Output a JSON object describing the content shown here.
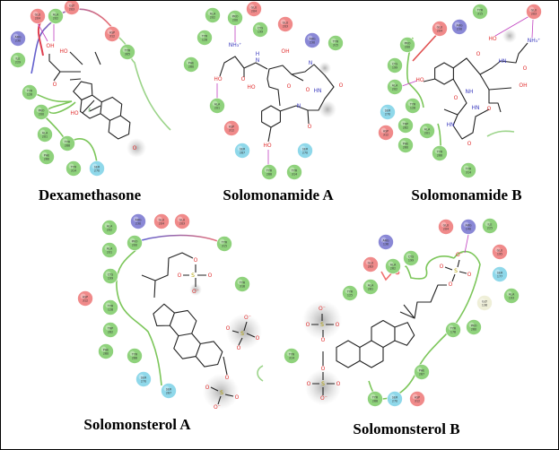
{
  "colors": {
    "hydrophobic": "#8fd27c",
    "negative": "#f08a8a",
    "positive": "#8a88d6",
    "polar": "#8fd8ea",
    "glycine": "#efefd8",
    "hbond_arrow": "#c040c0",
    "pocket_line": "#7cc65a"
  },
  "panels": [
    {
      "title": "Dexamethasone",
      "residues": [
        {
          "name": "GLU",
          "num": "204",
          "type": "negative"
        },
        {
          "name": "ALA",
          "num": "202",
          "type": "hydrophobic"
        },
        {
          "name": "GLY",
          "num": "203",
          "type": "negative"
        },
        {
          "name": "ARG",
          "num": "230",
          "type": "positive"
        },
        {
          "name": "ILE",
          "num": "229",
          "type": "hydrophobic"
        },
        {
          "name": "ASP",
          "num": "312",
          "type": "negative"
        },
        {
          "name": "TYR",
          "num": "305",
          "type": "hydrophobic"
        },
        {
          "name": "TYR",
          "num": "126",
          "type": "hydrophobic"
        },
        {
          "name": "PRO",
          "num": "200",
          "type": "hydrophobic"
        },
        {
          "name": "ALA",
          "num": "201",
          "type": "hydrophobic"
        },
        {
          "name": "TYR",
          "num": "268",
          "type": "hydrophobic"
        },
        {
          "name": "PHE",
          "num": "260",
          "type": "hydrophobic"
        },
        {
          "name": "TYR",
          "num": "314",
          "type": "hydrophobic"
        },
        {
          "name": "SER",
          "num": "270",
          "type": "polar"
        }
      ],
      "atoms": [
        {
          "t": "OH",
          "el": "O"
        },
        {
          "t": "HO",
          "el": "O"
        },
        {
          "t": "O",
          "el": "O"
        },
        {
          "t": "HO",
          "el": "O"
        },
        {
          "t": "F",
          "el": "F"
        },
        {
          "t": "O",
          "el": "O"
        }
      ]
    },
    {
      "title": "Solomonamide A",
      "residues": [
        {
          "name": "ALA",
          "num": "202",
          "type": "hydrophobic"
        },
        {
          "name": "PRO",
          "num": "200",
          "type": "hydrophobic"
        },
        {
          "name": "GLU",
          "num": "204",
          "type": "negative"
        },
        {
          "name": "CYS",
          "num": "199",
          "type": "hydrophobic"
        },
        {
          "name": "GLU",
          "num": "203",
          "type": "negative"
        },
        {
          "name": "TYR",
          "num": "126",
          "type": "hydrophobic"
        },
        {
          "name": "ARG",
          "num": "230",
          "type": "positive"
        },
        {
          "name": "TYR",
          "num": "315",
          "type": "hydrophobic"
        },
        {
          "name": "PHE",
          "num": "260",
          "type": "hydrophobic"
        },
        {
          "name": "ALA",
          "num": "201",
          "type": "hydrophobic"
        },
        {
          "name": "ASP",
          "num": "312",
          "type": "negative"
        },
        {
          "name": "SER",
          "num": "267",
          "type": "polar"
        },
        {
          "name": "SER",
          "num": "270",
          "type": "polar"
        },
        {
          "name": "TYR",
          "num": "268",
          "type": "hydrophobic"
        },
        {
          "name": "TYR",
          "num": "314",
          "type": "hydrophobic"
        }
      ],
      "atoms": [
        {
          "t": "NH₃⁺",
          "el": "N"
        },
        {
          "t": "H",
          "el": "N"
        },
        {
          "t": "N",
          "el": "N"
        },
        {
          "t": "OH",
          "el": "O"
        },
        {
          "t": "O",
          "el": "O"
        },
        {
          "t": "HO",
          "el": "O"
        },
        {
          "t": "HO",
          "el": "O"
        },
        {
          "t": "O",
          "el": "O"
        },
        {
          "t": "N",
          "el": "N"
        },
        {
          "t": "O",
          "el": "O"
        },
        {
          "t": "HN",
          "el": "N"
        },
        {
          "t": "O",
          "el": "O"
        },
        {
          "t": "N",
          "el": "N"
        },
        {
          "t": "O",
          "el": "O"
        },
        {
          "t": "HO",
          "el": "O"
        }
      ]
    },
    {
      "title": "Solomonamide B",
      "residues": [
        {
          "name": "TYR",
          "num": "315",
          "type": "hydrophobic"
        },
        {
          "name": "GLU",
          "num": "203",
          "type": "negative"
        },
        {
          "name": "ARG",
          "num": "230",
          "type": "positive"
        },
        {
          "name": "GLU",
          "num": "204",
          "type": "negative"
        },
        {
          "name": "PRO",
          "num": "200",
          "type": "hydrophobic"
        },
        {
          "name": "CYS",
          "num": "199",
          "type": "hydrophobic"
        },
        {
          "name": "ALA",
          "num": "202",
          "type": "hydrophobic"
        },
        {
          "name": "SER",
          "num": "270",
          "type": "polar"
        },
        {
          "name": "TYR",
          "num": "126",
          "type": "hydrophobic"
        },
        {
          "name": "TRP",
          "num": "262",
          "type": "hydrophobic"
        },
        {
          "name": "ASP",
          "num": "312",
          "type": "negative"
        },
        {
          "name": "ALA",
          "num": "201",
          "type": "hydrophobic"
        },
        {
          "name": "PHE",
          "num": "260",
          "type": "hydrophobic"
        },
        {
          "name": "TYR",
          "num": "268",
          "type": "hydrophobic"
        },
        {
          "name": "TYR",
          "num": "314",
          "type": "hydrophobic"
        }
      ],
      "atoms": [
        {
          "t": "HO",
          "el": "O"
        },
        {
          "t": "NH₃⁺",
          "el": "N"
        },
        {
          "t": "HN",
          "el": "N"
        },
        {
          "t": "O",
          "el": "O"
        },
        {
          "t": "OH",
          "el": "O"
        },
        {
          "t": "O",
          "el": "O"
        },
        {
          "t": "HO",
          "el": "O"
        },
        {
          "t": "NH",
          "el": "N"
        },
        {
          "t": "O",
          "el": "O"
        },
        {
          "t": "HN",
          "el": "N"
        },
        {
          "t": "O",
          "el": "O"
        },
        {
          "t": "HN",
          "el": "N"
        },
        {
          "t": "O",
          "el": "O"
        }
      ]
    },
    {
      "title": "Solomonsterol A",
      "residues": [
        {
          "name": "ALA",
          "num": "202",
          "type": "hydrophobic"
        },
        {
          "name": "ARG",
          "num": "230",
          "type": "positive"
        },
        {
          "name": "GLU",
          "num": "204",
          "type": "negative"
        },
        {
          "name": "GLU",
          "num": "203",
          "type": "negative"
        },
        {
          "name": "PRO",
          "num": "200",
          "type": "hydrophobic"
        },
        {
          "name": "ALA",
          "num": "201",
          "type": "hydrophobic"
        },
        {
          "name": "TYR",
          "num": "315",
          "type": "hydrophobic"
        },
        {
          "name": "CYS",
          "num": "199",
          "type": "hydrophobic"
        },
        {
          "name": "ASP",
          "num": "312",
          "type": "negative"
        },
        {
          "name": "TYR",
          "num": "126",
          "type": "hydrophobic"
        },
        {
          "name": "TRP",
          "num": "262",
          "type": "hydrophobic"
        },
        {
          "name": "PHE",
          "num": "260",
          "type": "hydrophobic"
        },
        {
          "name": "TYR",
          "num": "268",
          "type": "hydrophobic"
        },
        {
          "name": "SER",
          "num": "270",
          "type": "polar"
        },
        {
          "name": "SER",
          "num": "267",
          "type": "polar"
        },
        {
          "name": "TYR",
          "num": "316",
          "type": "hydrophobic"
        }
      ],
      "atoms": [
        {
          "t": "O",
          "el": "O"
        },
        {
          "t": "O",
          "el": "O"
        },
        {
          "t": "S",
          "el": "S"
        },
        {
          "t": "O",
          "el": "O"
        },
        {
          "t": "O⁻",
          "el": "O"
        },
        {
          "t": "O⁻",
          "el": "O"
        },
        {
          "t": "O",
          "el": "O"
        },
        {
          "t": "S",
          "el": "S"
        },
        {
          "t": "O",
          "el": "O"
        },
        {
          "t": "O",
          "el": "O"
        },
        {
          "t": "O",
          "el": "O"
        },
        {
          "t": "S",
          "el": "S"
        },
        {
          "t": "O",
          "el": "O"
        },
        {
          "t": "O",
          "el": "O"
        },
        {
          "t": "O⁻",
          "el": "O"
        }
      ]
    },
    {
      "title": "Solomonsterol B",
      "residues": [
        {
          "name": "GLU",
          "num": "204",
          "type": "negative"
        },
        {
          "name": "ARG",
          "num": "140",
          "type": "positive"
        },
        {
          "name": "ILE",
          "num": "225",
          "type": "hydrophobic"
        },
        {
          "name": "ARG",
          "num": "138",
          "type": "positive"
        },
        {
          "name": "GLU",
          "num": "195",
          "type": "negative"
        },
        {
          "name": "CYS",
          "num": "199",
          "type": "hydrophobic"
        },
        {
          "name": "GLU",
          "num": "263",
          "type": "negative"
        },
        {
          "name": "ALA",
          "num": "262",
          "type": "hydrophobic"
        },
        {
          "name": "ALA",
          "num": "261",
          "type": "hydrophobic"
        },
        {
          "name": "TYR",
          "num": "125",
          "type": "hydrophobic"
        },
        {
          "name": "SER",
          "num": "177",
          "type": "polar"
        },
        {
          "name": "ALA",
          "num": "193",
          "type": "hydrophobic"
        },
        {
          "name": "GLY",
          "num": "136",
          "type": "glycine"
        },
        {
          "name": "TYR",
          "num": "176",
          "type": "hydrophobic"
        },
        {
          "name": "PRO",
          "num": "260",
          "type": "hydrophobic"
        },
        {
          "name": "TYR",
          "num": "314",
          "type": "hydrophobic"
        },
        {
          "name": "PHE",
          "num": "267",
          "type": "hydrophobic"
        },
        {
          "name": "TYR",
          "num": "268",
          "type": "hydrophobic"
        },
        {
          "name": "SER",
          "num": "270",
          "type": "polar"
        },
        {
          "name": "ASP",
          "num": "312",
          "type": "negative"
        }
      ],
      "atoms": [
        {
          "t": "O⁻",
          "el": "O"
        },
        {
          "t": "S",
          "el": "S"
        },
        {
          "t": "O",
          "el": "O"
        },
        {
          "t": "O",
          "el": "O"
        },
        {
          "t": "O",
          "el": "O"
        },
        {
          "t": "O⁻",
          "el": "O"
        },
        {
          "t": "O",
          "el": "O"
        },
        {
          "t": "S",
          "el": "S"
        },
        {
          "t": "O",
          "el": "O"
        },
        {
          "t": "O",
          "el": "O"
        },
        {
          "t": "O",
          "el": "O"
        },
        {
          "t": "S",
          "el": "S"
        },
        {
          "t": "O",
          "el": "O"
        },
        {
          "t": "O",
          "el": "O"
        },
        {
          "t": "O⁻",
          "el": "O"
        }
      ]
    }
  ]
}
